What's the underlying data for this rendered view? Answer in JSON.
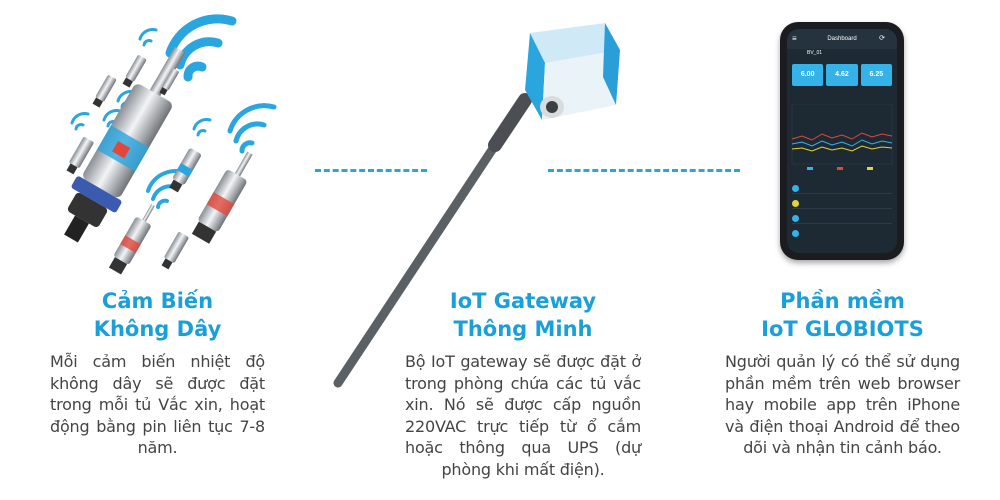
{
  "columns": [
    {
      "title_line1": "Cảm Biến",
      "title_line2": "Không Dây",
      "description": "Mỗi cảm biến nhiệt độ không dây sẽ được đặt trong mỗi tủ Vắc xin, hoạt động bằng pin liên tục 7-8 năm."
    },
    {
      "title_line1": "IoT Gateway",
      "title_line2": "Thông Minh",
      "description": "Bộ IoT gateway sẽ được đặt ở trong phòng chứa các tủ vắc xin. Nó sẽ được cấp nguồn 220VAC trực tiếp từ ổ cắm hoặc thông qua UPS (dự phòng khi mất điện)."
    },
    {
      "title_line1": "Phần mềm",
      "title_line2": "IoT GLOBIOTS",
      "description": "Người quản lý có thể sử dụng phần mềm trên web browser hay mobile app trên iPhone và điện thoại Android để theo dõi và nhận tin cảnh báo."
    }
  ],
  "phone": {
    "header_title": "Dashboard",
    "tab_label": "BV_01",
    "tiles": [
      "6.00",
      "4.62",
      "6.25"
    ],
    "icons": [
      "wifi-icon",
      "menu-icon",
      "refresh-icon",
      "user-icon"
    ]
  },
  "colors": {
    "accent": "#1aa0d8",
    "text": "#444444",
    "dash": "#2aa5de"
  }
}
